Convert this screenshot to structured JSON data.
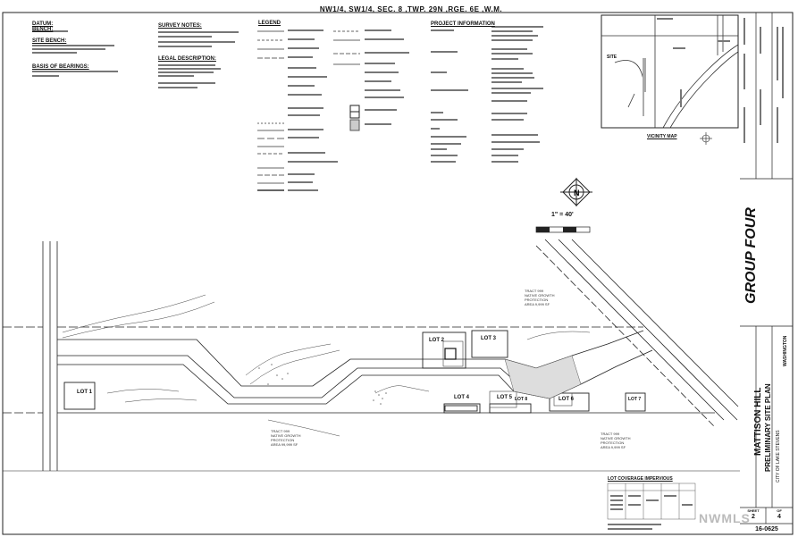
{
  "header": {
    "location": "NW1/4, SW1/4,  SEC.   8   ,TWP.   29N   ,RGE.   6E   ,W.M."
  },
  "notes": {
    "datum_title": "DATUM:",
    "bench_title": "BENCH:",
    "site_bench_title": "SITE BENCH:",
    "basis_title": "BASIS OF BEARINGS:",
    "survey_title": "SURVEY NOTES:",
    "legal_title": "LEGAL DESCRIPTION:",
    "legend_title": "LEGEND",
    "project_title": "PROJECT INFORMATION"
  },
  "vicinity": {
    "title": "VICINITY MAP",
    "site_label": "SITE"
  },
  "scale_label": "1\" = 40'",
  "lots": [
    "LOT 1",
    "LOT 2",
    "LOT 3",
    "LOT 4",
    "LOT 5",
    "LOT 6",
    "LOT 7",
    "LOT 8"
  ],
  "tracts": [
    {
      "lines": [
        "TRACT 999",
        "NATIVE GROWTH",
        "PROTECTION",
        "AREA 9,999 SF"
      ]
    },
    {
      "lines": [
        "TRACT 999",
        "NATIVE GROWTH",
        "PROTECTION",
        "AREA 99,999 SF"
      ]
    },
    {
      "lines": [
        "TRACT 999",
        "NATIVE GROWTH",
        "PROTECTION",
        "AREA 9,999 SF"
      ]
    }
  ],
  "coverage_title": "LOT COVERAGE IMPERVIOUS",
  "titleblock": {
    "company": "GROUP FOUR",
    "project_name": "MATTISON HILL",
    "sheet_title": "PRELIMINARY SITE PLAN",
    "city": "CITY OF LAKE STEVENS",
    "state": "WASHINGTON",
    "sheet_label": "SHEET",
    "of_label": "OF",
    "sheet_num": "2",
    "sheet_total": "4",
    "job_number": "16-0625"
  },
  "watermark": "NWMLS"
}
